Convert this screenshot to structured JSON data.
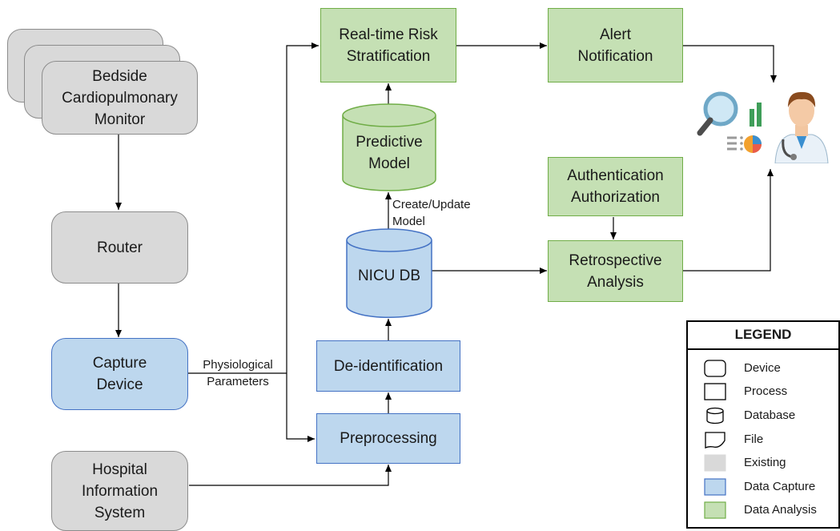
{
  "nodes": {
    "bedside_monitor": "Bedside Cardiopulmonary Monitor",
    "router": "Router",
    "capture_device": "Capture Device",
    "his": "Hospital Information System",
    "preprocessing": "Preprocessing",
    "deidentification": "De-identification",
    "nicu_db": "NICU DB",
    "predictive_model": "Predictive Model",
    "risk_stratification": "Real-time Risk Stratification",
    "alert_notification": "Alert Notification",
    "auth": "Authentication Authorization",
    "retrospective": "Retrospective Analysis"
  },
  "edge_labels": {
    "physiological": "Physiological Parameters",
    "create_update": "Create/Update Model"
  },
  "legend": {
    "title": "LEGEND",
    "items": [
      {
        "symbol": "device",
        "label": "Device"
      },
      {
        "symbol": "process",
        "label": "Process"
      },
      {
        "symbol": "database",
        "label": "Database"
      },
      {
        "symbol": "file",
        "label": "File"
      },
      {
        "symbol": "existing",
        "label": "Existing",
        "color": "#d9d9d9"
      },
      {
        "symbol": "data-capture",
        "label": "Data Capture",
        "color": "#bdd7ee"
      },
      {
        "symbol": "data-analysis",
        "label": "Data Analysis",
        "color": "#c5e0b4"
      }
    ]
  },
  "colors": {
    "existing": "#d9d9d9",
    "data_capture": "#bdd7ee",
    "data_analysis": "#c5e0b4",
    "existing_border": "#8c8c8c",
    "capture_border": "#4472c4",
    "analysis_border": "#70ad47"
  },
  "icons": [
    "magnifier-analytics-icon",
    "doctor-icon"
  ]
}
